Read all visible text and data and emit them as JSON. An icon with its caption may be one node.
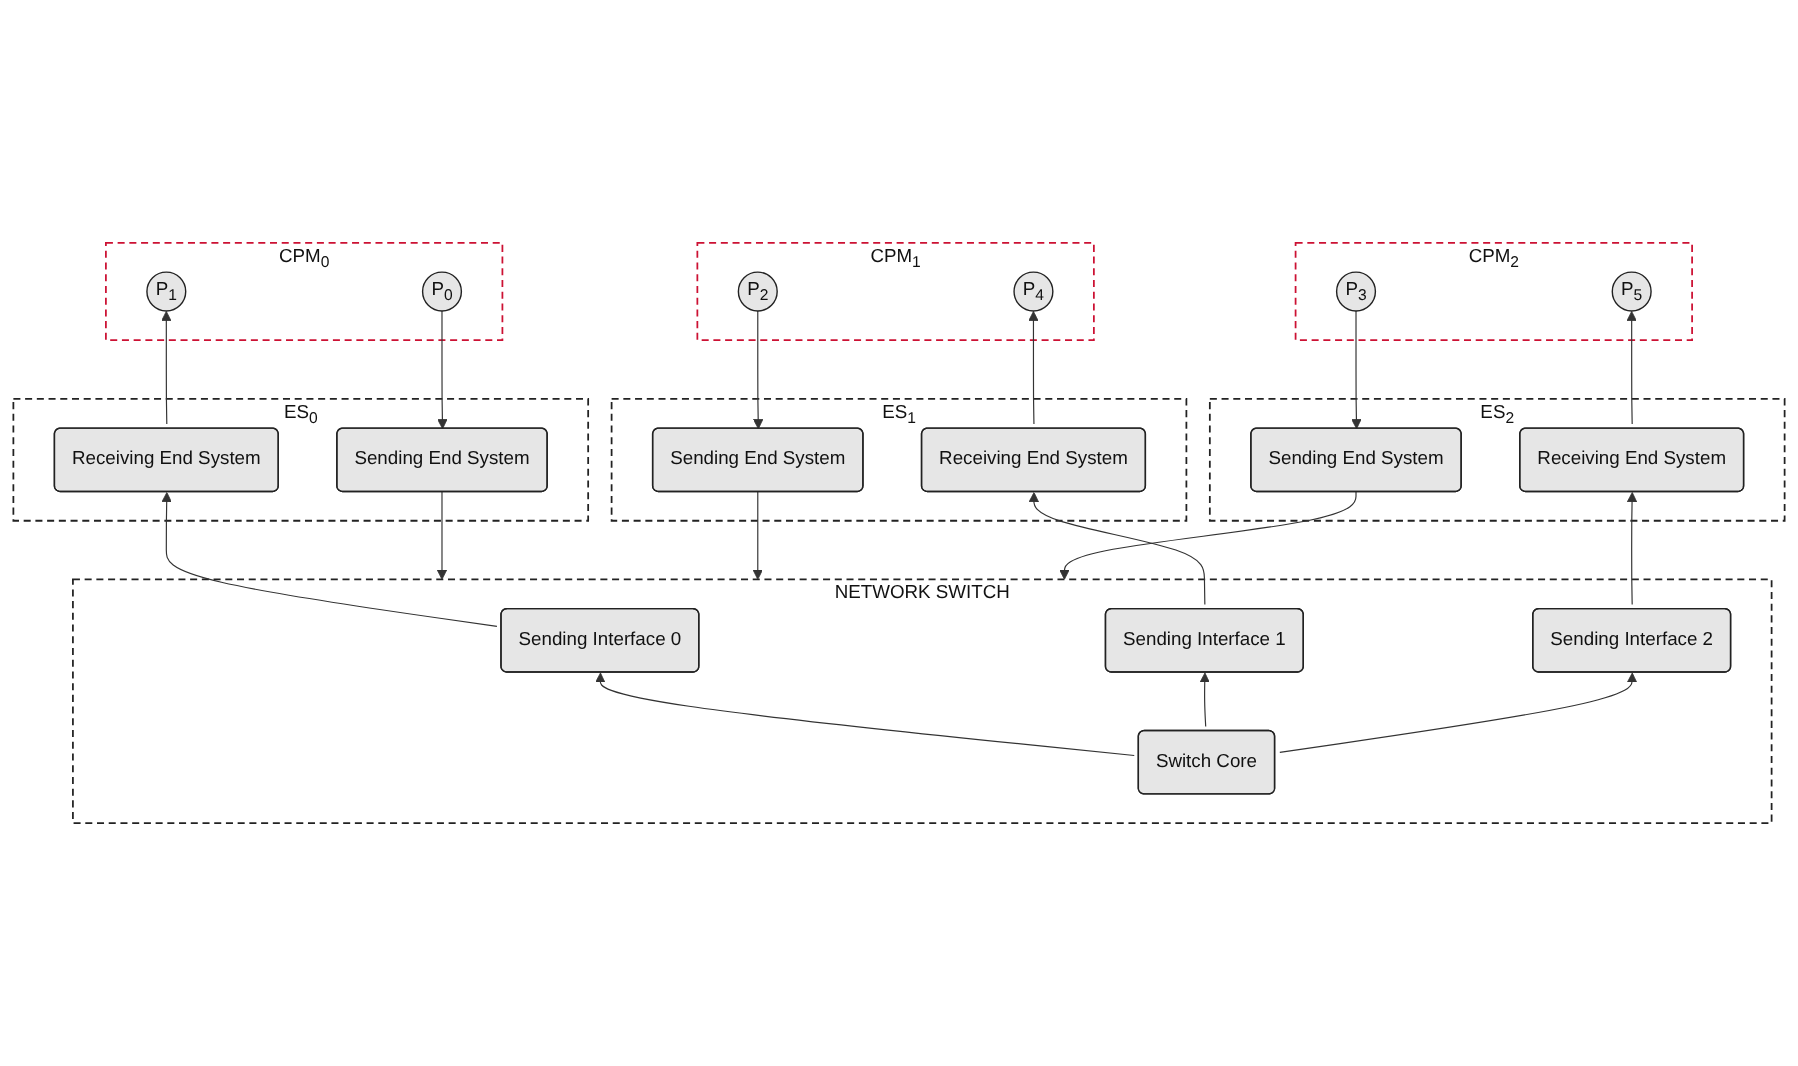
{
  "diagram": {
    "nodes": [
      {
        "text": [
          "CPM$_{0}$"
        ]
      },
      {
        "text": [
          "P$_{0}$"
        ],
        "in": 0
      },
      {
        "text": [
          "P$_{1}$"
        ],
        "in": 0
      },
      {
        "text": [
          "ES$_{0}$"
        ]
      },
      {
        "text": [
          "Sending End System"
        ],
        "in": 3
      },
      {
        "text": [
          "Receiving End System"
        ],
        "in": 3
      },
      {
        "text": [
          "CPM$_{1}$"
        ]
      },
      {
        "text": [
          "P$_{2}$"
        ],
        "in": 6
      },
      {
        "text": [
          "P$_{4}$"
        ],
        "in": 6
      },
      {
        "text": [
          "ES$_{1}$"
        ]
      },
      {
        "text": [
          "Sending End System"
        ],
        "in": 9
      },
      {
        "text": [
          "Receiving End System"
        ],
        "in": 9
      },
      {
        "text": [
          "CPM$_{2}$"
        ]
      },
      {
        "text": [
          "P$_{3}$"
        ],
        "in": 12
      },
      {
        "text": [
          "P$_{5}$"
        ],
        "in": 12
      },
      {
        "text": [
          "ES$_{2}$"
        ]
      },
      {
        "text": [
          "Sending End System"
        ],
        "in": 15
      },
      {
        "text": [
          "Receiving End System"
        ],
        "in": 15
      },
      {
        "text": [
          "NETWORK SWITCH"
        ]
      },
      {
        "text": [
          "Sending Interface 0"
        ],
        "in": 18
      },
      {
        "text": [
          "Sending Interface 1"
        ],
        "in": 18
      },
      {
        "text": [
          "Sending Interface 2"
        ],
        "in": 18
      },
      {
        "text": [
          "Switch Core"
        ],
        "in": 18
      }
    ],
    "edges": [
      {
        "from": 1,
        "to": 4,
        "arrow": "to"
      },
      {
        "from": 5,
        "to": 2,
        "arrow": "to"
      },
      {
        "from": 4,
        "to": 18,
        "arrow": "to"
      },
      {
        "from": 19,
        "to": 5,
        "arrow": "to"
      },
      {
        "from": 22,
        "to": 19,
        "arrow": "to"
      },
      {
        "from": 7,
        "to": 10,
        "arrow": "to"
      },
      {
        "from": 11,
        "to": 8,
        "arrow": "to"
      },
      {
        "from": 10,
        "to": 18,
        "arrow": "to"
      },
      {
        "from": 20,
        "to": 11,
        "arrow": "to"
      },
      {
        "from": 22,
        "to": 20,
        "arrow": "to"
      },
      {
        "from": 13,
        "to": 16,
        "arrow": "to"
      },
      {
        "from": 17,
        "to": 14,
        "arrow": "to"
      },
      {
        "from": 16,
        "to": 18,
        "arrow": "to"
      },
      {
        "from": 21,
        "to": 17,
        "arrow": "to"
      },
      {
        "from": 22,
        "to": 21,
        "arrow": "to"
      }
    ]
  }
}
